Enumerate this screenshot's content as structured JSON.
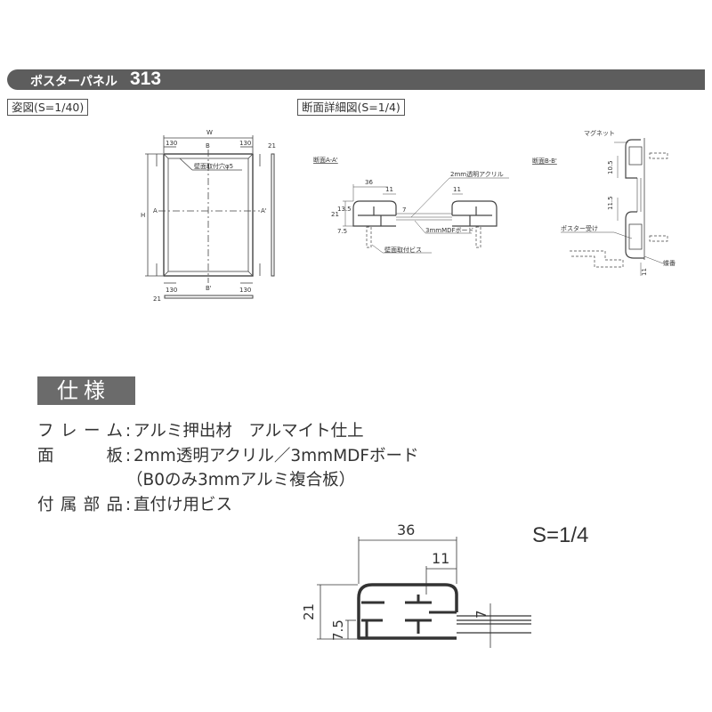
{
  "header": {
    "product_name": "ポスターパネル",
    "model_number": "313"
  },
  "front_view": {
    "label": "姿図(S=1/40)",
    "dims": {
      "width": "W",
      "height": "H",
      "corner": "130",
      "depth": "21"
    },
    "section_marks": {
      "a": "A",
      "a_prime": "A'",
      "b": "B",
      "b_prime": "B'"
    },
    "callout_hole": "壁面取付穴φ5"
  },
  "section_detail": {
    "label": "断面詳細図(S=1/4)",
    "aa": {
      "title": "断面A-A'",
      "dims": {
        "width": "36",
        "inner": "11",
        "inner_right": "11",
        "total": "21",
        "upper": "13.5",
        "lower": "7.5",
        "panel": "7"
      },
      "callouts": {
        "acrylic": "2mm透明アクリル",
        "mdf": "3mmMDFボード",
        "screw": "壁面取付ビス"
      }
    },
    "bb": {
      "title": "断面B-B'",
      "dims": {
        "top": "10.5",
        "mid": "11.5",
        "bottom": "11"
      },
      "callouts": {
        "magnet": "マグネット",
        "poster_holder": "ポスター受け",
        "hinge": "蝶番"
      }
    }
  },
  "specs": {
    "title": "仕様",
    "rows": [
      {
        "key": "フレーム",
        "value": "アルミ押出材　アルマイト仕上"
      },
      {
        "key": "面板",
        "value": "2mm透明アクリル／3mmMDFボード"
      },
      {
        "key": "",
        "value": "（B0のみ3mmアルミ複合板）"
      },
      {
        "key": "付属部品",
        "value": "直付け用ビス"
      }
    ]
  },
  "large_profile": {
    "scale": "S=1/4",
    "dims": {
      "width": "36",
      "inner": "11",
      "total": "21",
      "lower": "7.5",
      "panel": "7"
    }
  }
}
